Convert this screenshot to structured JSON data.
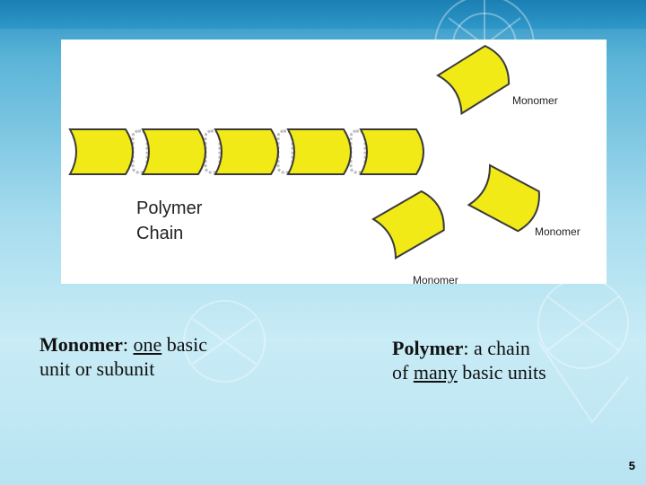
{
  "diagram": {
    "chain_label_line1": "Polymer",
    "chain_label_line2": "Chain",
    "monomer_labels": [
      "Monomer",
      "Monomer",
      "Monomer"
    ],
    "colors": {
      "unit_fill": "#f2ea16",
      "unit_stroke": "#3a3a3a",
      "link": "#bdbdbd"
    }
  },
  "captions": {
    "left": {
      "term": "Monomer",
      "sep": ": ",
      "emph": "one",
      "rest1": " basic",
      "line2": "unit or subunit"
    },
    "right": {
      "term": "Polymer",
      "line1_rest": ": a chain",
      "line2_pre": "of ",
      "emph": "many",
      "line2_post": " basic units"
    }
  },
  "page_number": "5"
}
